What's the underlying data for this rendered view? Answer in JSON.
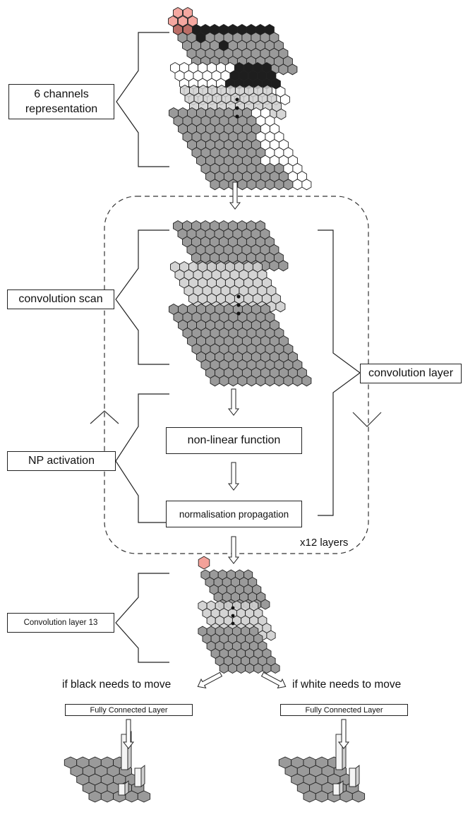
{
  "labels": {
    "input_representation": "6 channels\nrepresentation",
    "convolution_scan": "convolution scan",
    "np_activation": "NP activation",
    "non_linear_function": "non-linear function",
    "normalisation_propagation": "normalisation propagation",
    "convolution_layer": "convolution layer",
    "repeat_count": "x12 layers",
    "convolution_layer_13": "Convolution layer 13",
    "black_branch": "if  black needs to move",
    "white_branch": "if  white needs to move",
    "fc_layer_left": "Fully Connected Layer",
    "fc_layer_right": "Fully Connected Layer"
  },
  "colors": {
    "cell_gray": "#9a9a9a",
    "cell_black": "#1e1e1e",
    "cell_white": "#ffffff",
    "cell_light": "#cfcfcf",
    "highlight_red": "#f08a80",
    "stroke": "#222222"
  }
}
